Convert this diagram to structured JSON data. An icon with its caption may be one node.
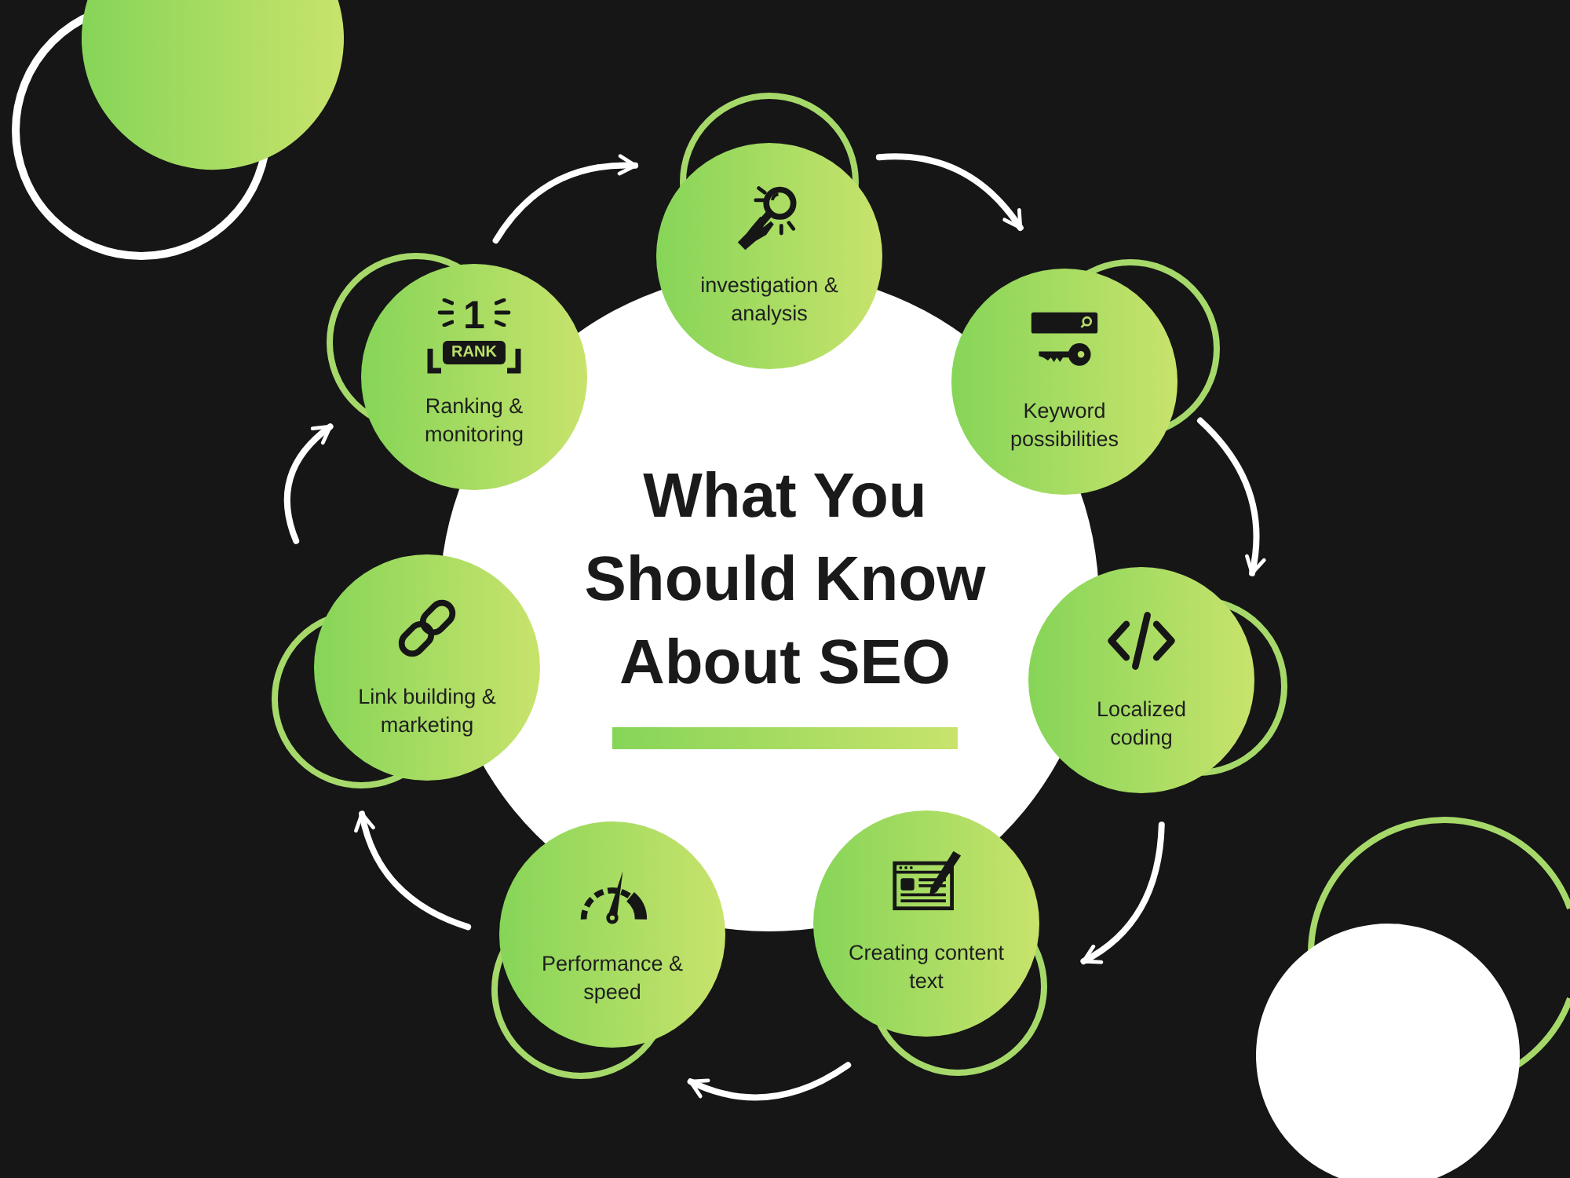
{
  "diagram": {
    "title": "What You Should Know About SEO",
    "nodes": [
      {
        "text": [
          "investigation & analysis"
        ]
      },
      {
        "text": [
          "Keyword possibilities"
        ]
      },
      {
        "text": [
          "Localized coding"
        ]
      },
      {
        "text": [
          "Creating content text"
        ]
      },
      {
        "text": [
          "Performance & speed"
        ]
      },
      {
        "text": [
          "Link building & marketing"
        ]
      },
      {
        "text": [
          "Ranking & monitoring"
        ]
      }
    ],
    "edges": [
      {
        "from": 6,
        "to": 0,
        "arrow": "to"
      },
      {
        "from": 0,
        "to": 1,
        "arrow": "to"
      },
      {
        "from": 1,
        "to": 2,
        "arrow": "to"
      },
      {
        "from": 2,
        "to": 3,
        "arrow": "to"
      },
      {
        "from": 3,
        "to": 4,
        "arrow": "to"
      },
      {
        "from": 4,
        "to": 5,
        "arrow": "to"
      },
      {
        "from": 5,
        "to": 6,
        "arrow": "to"
      }
    ],
    "labels": [
      "1",
      "RANK"
    ]
  }
}
